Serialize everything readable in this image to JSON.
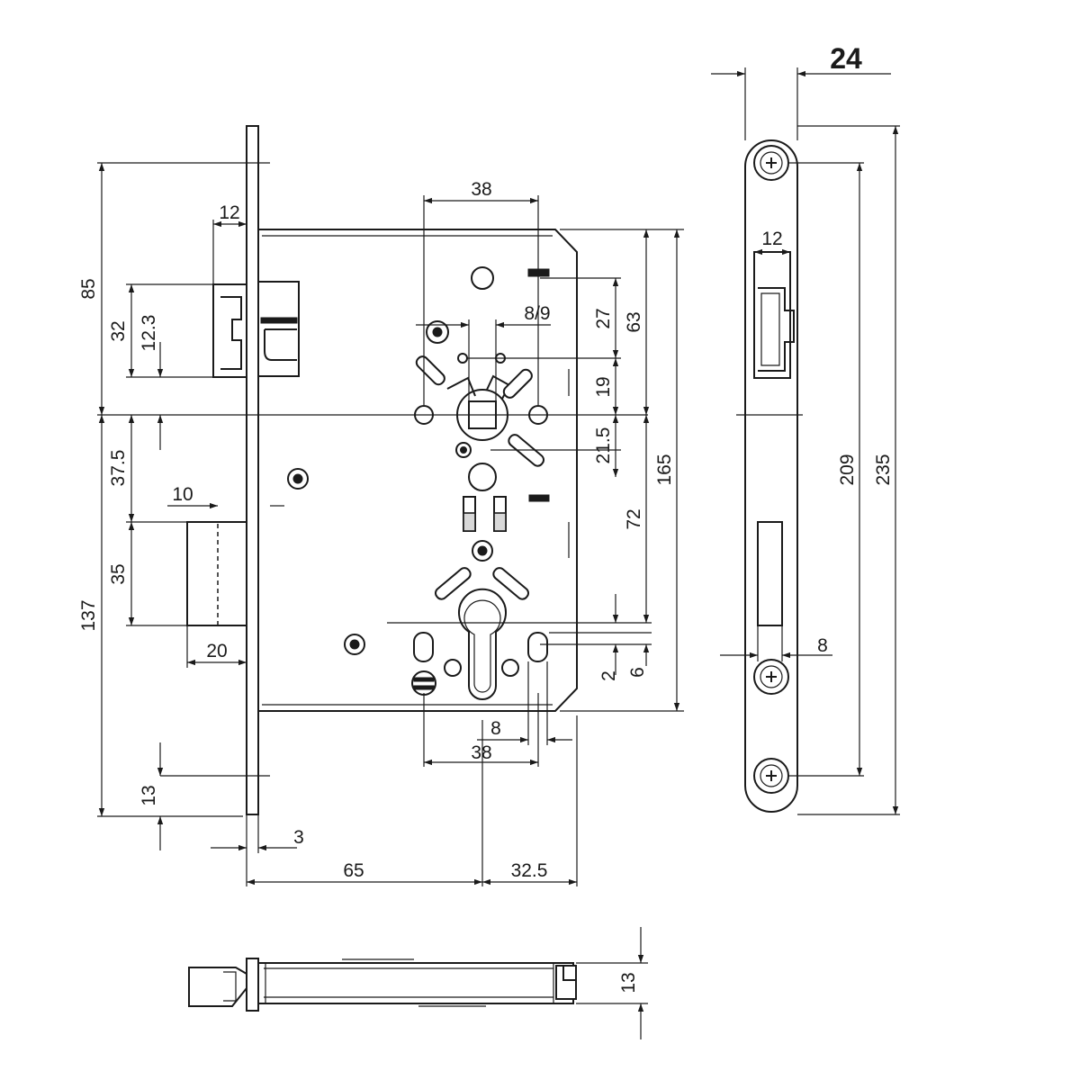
{
  "accent_color": "#1a1a1a",
  "dimensions": {
    "backset": "65",
    "half_width": "32.5",
    "faceplate_thickness": "3",
    "faceplate_offset": "13",
    "height_total": "85",
    "latch_height": "32",
    "latch_offset": "12.3",
    "latch_depth": "12",
    "bolt_position": "37.5",
    "bolt_height": "35",
    "bolt_throw": "20",
    "bolt_gap": "10",
    "lower_height": "137",
    "follower_spacing_top": "38",
    "square": "8/9",
    "follower_27": "27",
    "follower_63": "63",
    "follower_19": "19",
    "follower_21_5": "21.5",
    "case_height": "165",
    "center_distance": "72",
    "cyl_2": "2",
    "cyl_6": "6",
    "cyl_8": "8",
    "follower_spacing_bottom": "38",
    "forend_width": "24",
    "forend_latch_width": "12",
    "forend_screw_spacing": "209",
    "forend_length": "235",
    "forend_bolt_width": "8",
    "bottom_thickness": "13"
  }
}
